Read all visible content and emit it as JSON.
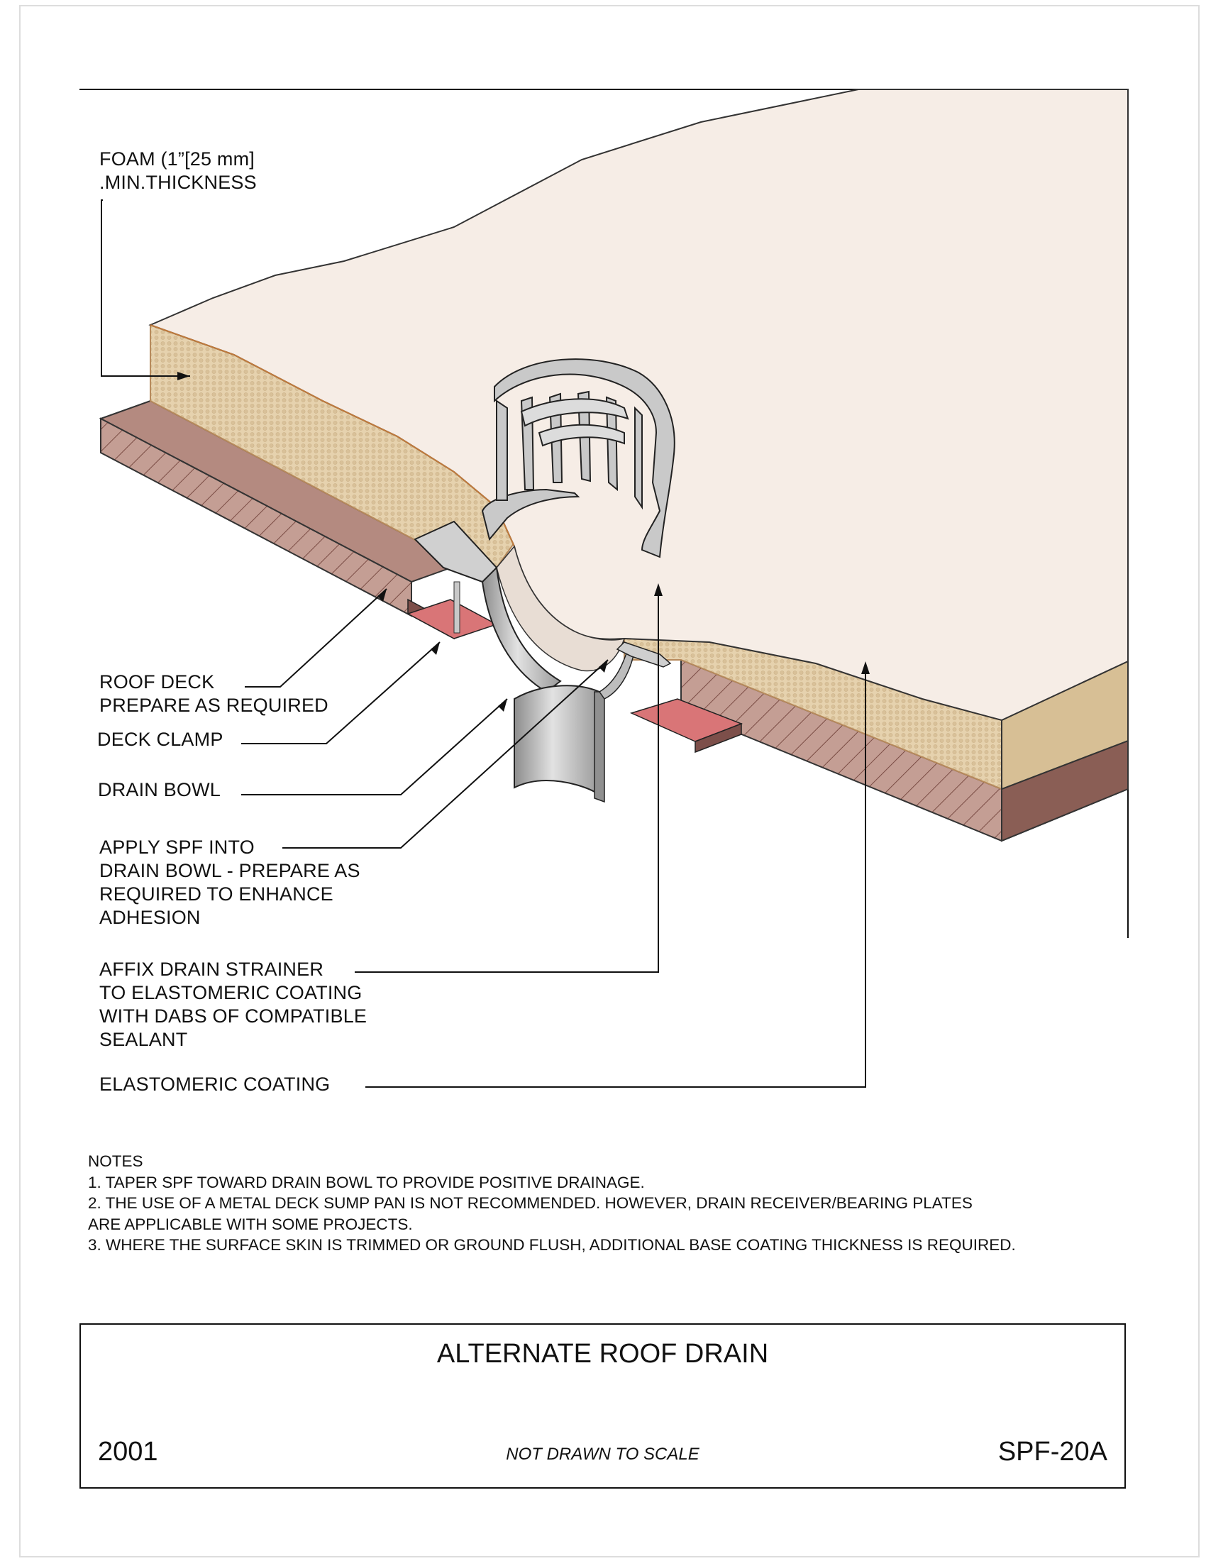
{
  "labels": {
    "foam": "FOAM (1”[25 mm]\n.MIN.THICKNESS",
    "roof_deck": "ROOF DECK\nPREPARE AS REQUIRED",
    "deck_clamp": "DECK CLAMP",
    "drain_bowl": "DRAIN BOWL",
    "apply_spf": "APPLY SPF INTO\nDRAIN BOWL - PREPARE AS\nREQUIRED TO ENHANCE\nADHESION",
    "affix_strainer": "AFFIX DRAIN STRAINER\nTO ELASTOMERIC COATING\nWITH DABS OF COMPATIBLE\nSEALANT",
    "elastomeric": "ELASTOMERIC COATING"
  },
  "notes": {
    "heading": "NOTES",
    "items": [
      "1. TAPER SPF TOWARD DRAIN BOWL TO PROVIDE POSITIVE DRAINAGE.",
      "2. THE USE OF A METAL DECK SUMP PAN IS NOT RECOMMENDED. HOWEVER, DRAIN RECEIVER/BEARING PLATES",
      "ARE APPLICABLE WITH SOME PROJECTS.",
      "3. WHERE THE SURFACE SKIN IS TRIMMED OR GROUND FLUSH, ADDITIONAL BASE COATING THICKNESS IS REQUIRED."
    ]
  },
  "title_block": {
    "title": "ALTERNATE ROOF DRAIN",
    "year": "2001",
    "scale": "NOT DRAWN TO SCALE",
    "code": "SPF-20A"
  },
  "colors": {
    "coating_surface": "#f6ede6",
    "foam": "#e4cfa9",
    "foam_side_right": "#d7bf95",
    "deck": "#b58c82",
    "deck_dark": "#8a5e55",
    "steel_red": "#d97577",
    "metal_grey": "#b9b9b9"
  }
}
